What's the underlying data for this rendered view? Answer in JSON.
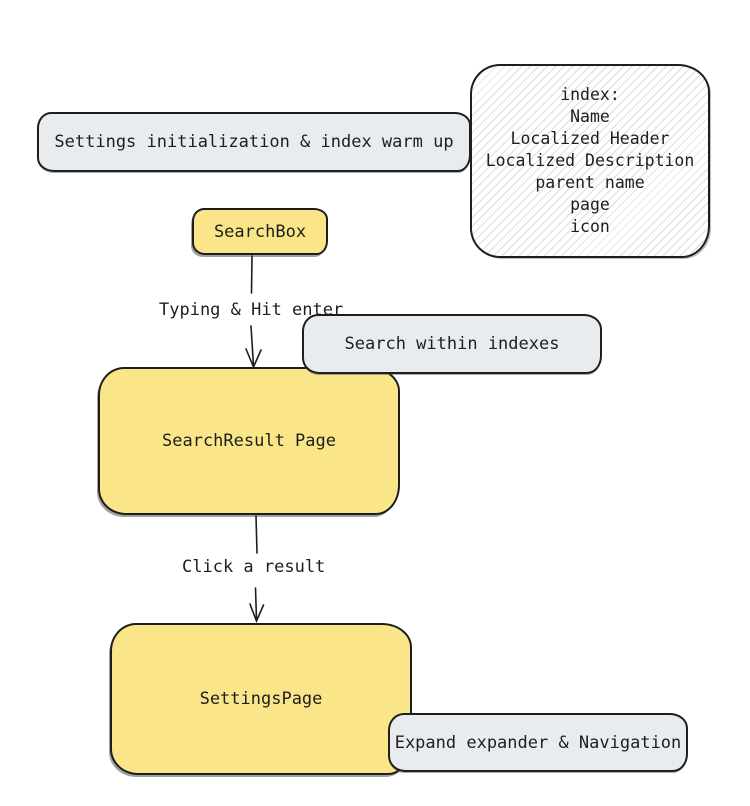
{
  "theme": {
    "bg": "#ffffff",
    "stroke": "#1e1e1e",
    "gray_fill": "#e9ecef",
    "yellow_fill": "#fae588",
    "hatch_line": "#dcdcdc",
    "text_color": "#1e1e1e"
  },
  "nodes": {
    "settings_init": {
      "label": "Settings initialization & index warm up"
    },
    "index_note": {
      "lines": [
        "index:",
        "Name",
        "Localized Header",
        "Localized Description",
        "parent name",
        "page",
        "icon"
      ]
    },
    "search_box": {
      "label": "SearchBox"
    },
    "search_within": {
      "label": "Search within indexes"
    },
    "search_result": {
      "label": "SearchResult Page"
    },
    "settings_page": {
      "label": "SettingsPage"
    },
    "expand_nav": {
      "label": "Expand expander & Navigation"
    }
  },
  "edges": {
    "typing": {
      "label": "Typing & Hit enter"
    },
    "click": {
      "label": "Click a result"
    }
  }
}
